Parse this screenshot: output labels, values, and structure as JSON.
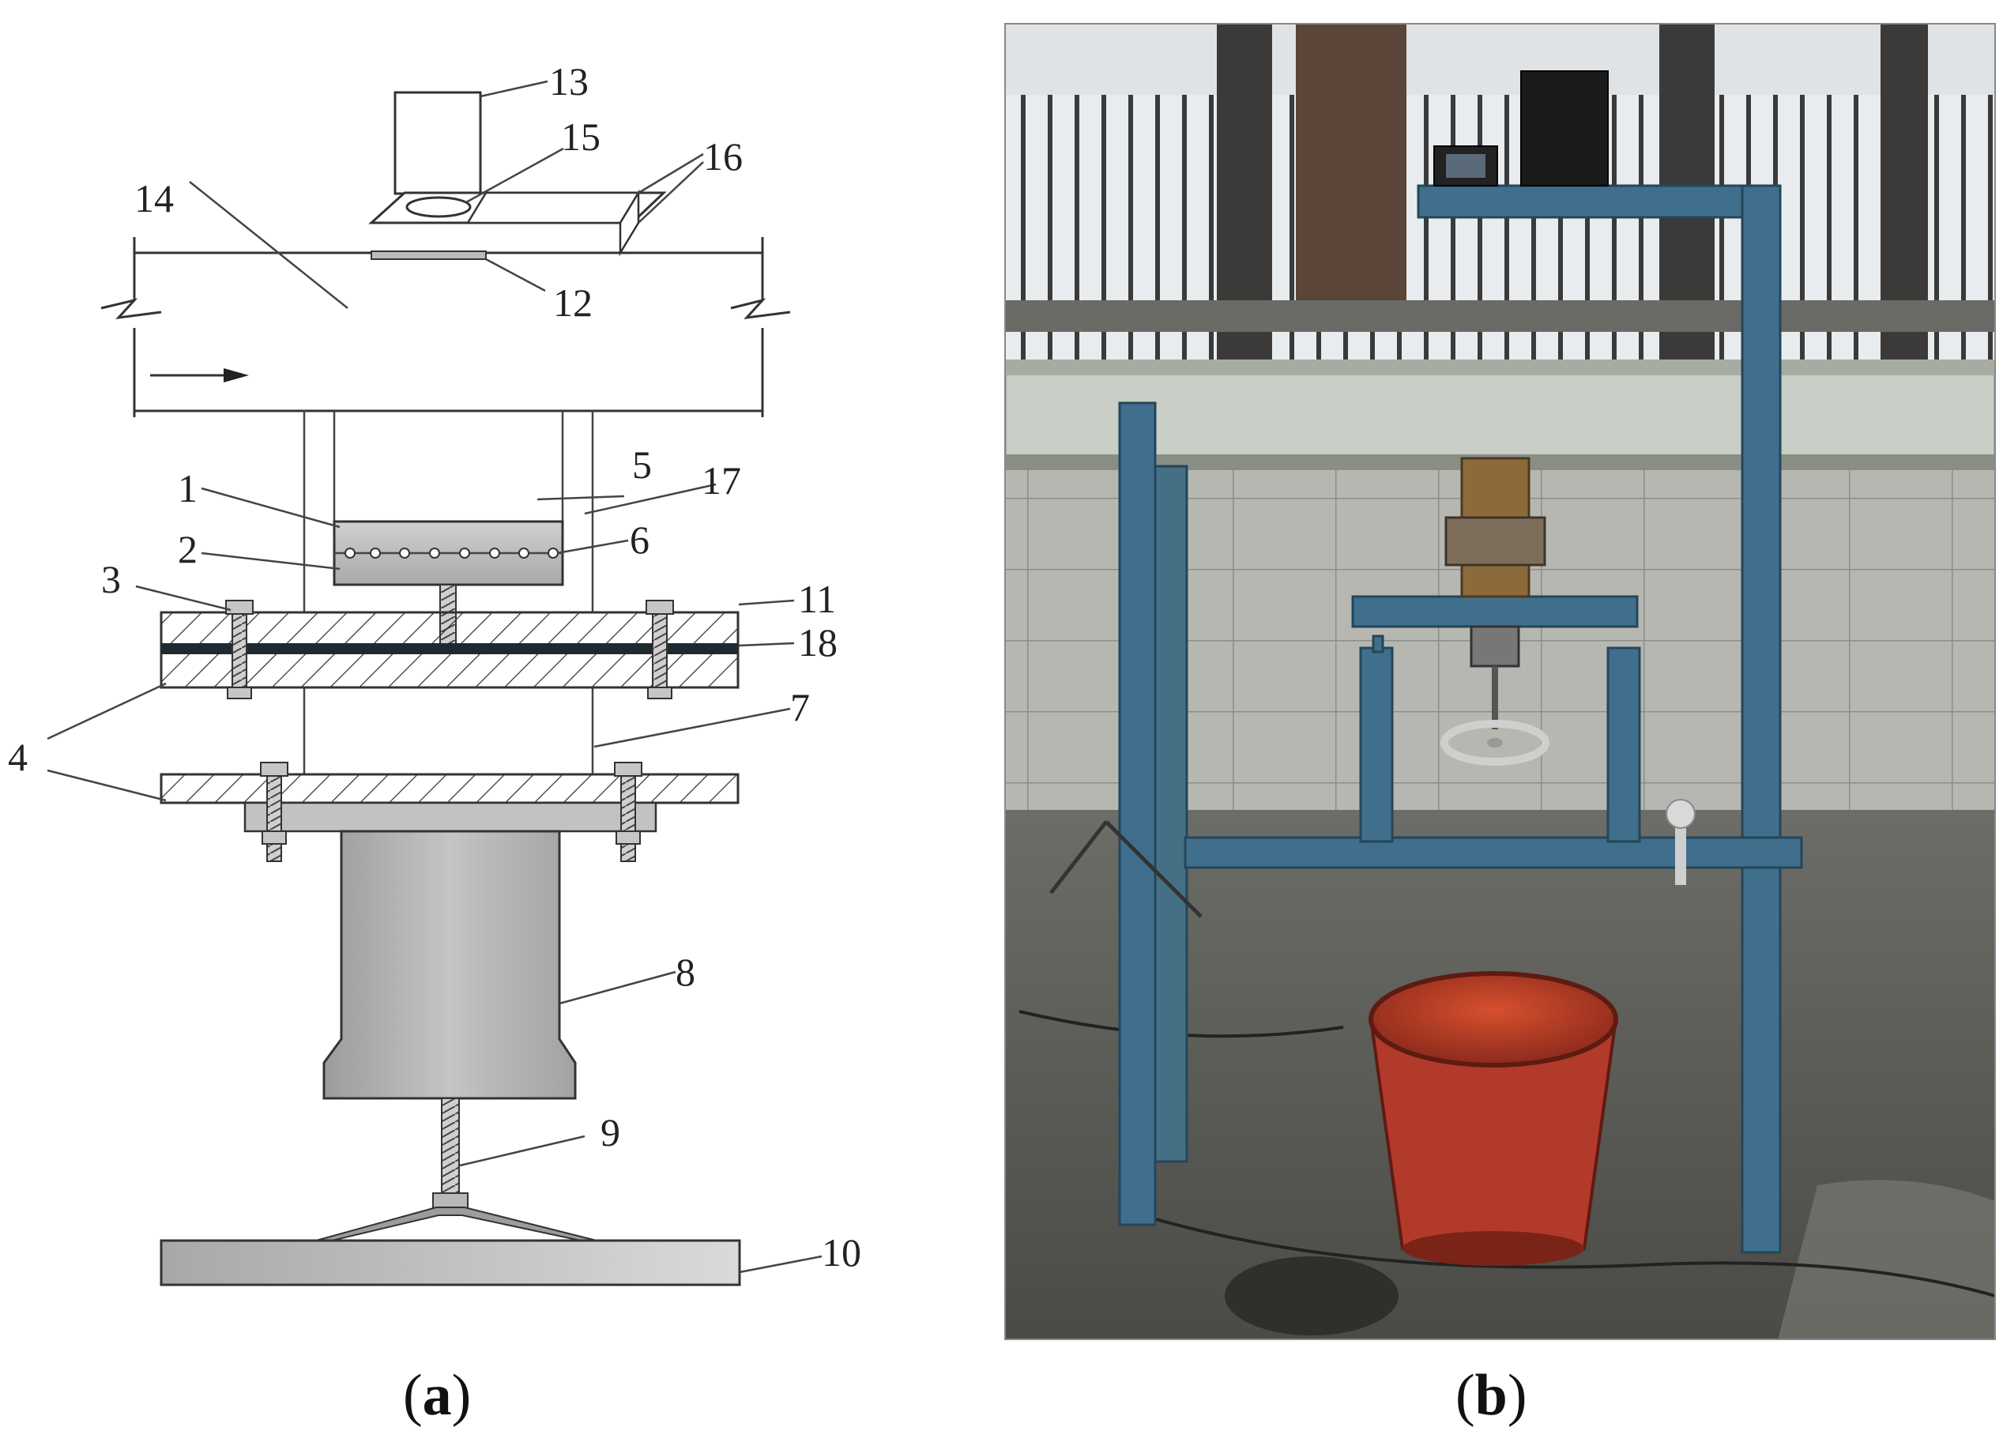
{
  "panels": {
    "a": {
      "caption_open": "(",
      "caption_letter": "a",
      "caption_close": ")"
    },
    "b": {
      "caption_open": "(",
      "caption_letter": "b",
      "caption_close": ")"
    }
  },
  "labels": {
    "l1": "1",
    "l2": "2",
    "l3": "3",
    "l4": "4",
    "l5": "5",
    "l6": "6",
    "l7": "7",
    "l8": "8",
    "l9": "9",
    "l10": "10",
    "l11": "11",
    "l12": "12",
    "l13": "13",
    "l14": "14",
    "l15": "15",
    "l16": "16",
    "l17": "17",
    "l18": "18"
  },
  "colors": {
    "steel_blue": "#3f6f8c",
    "bucket_red": "#b23a2a",
    "concrete": "#9a9a94",
    "grey_part": "#b5b5b5"
  }
}
